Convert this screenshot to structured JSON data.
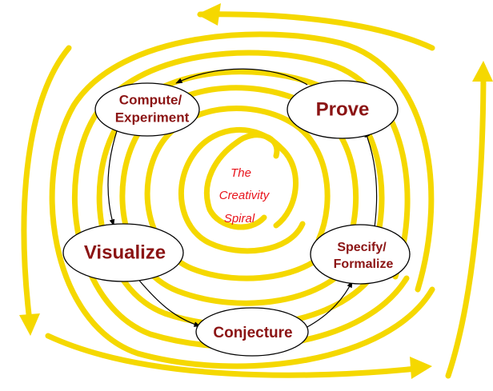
{
  "colors": {
    "spiral": "#f5d800",
    "node_text": "#8b1414",
    "center_text": "#e8141c",
    "node_fill": "#ffffff",
    "outline": "#000000"
  },
  "nodes": {
    "compute": {
      "line1": "Compute/",
      "line2": "Experiment"
    },
    "prove": {
      "label": "Prove"
    },
    "visualize": {
      "label": "Visualize"
    },
    "specify": {
      "line1": "Specify/",
      "line2": "Formalize"
    },
    "conjecture": {
      "label": "Conjecture"
    }
  },
  "center": {
    "line1": "The",
    "line2": "Creativity",
    "line3": "Spiral"
  },
  "cycle_order": [
    "compute",
    "visualize",
    "conjecture",
    "specify",
    "prove",
    "compute"
  ]
}
